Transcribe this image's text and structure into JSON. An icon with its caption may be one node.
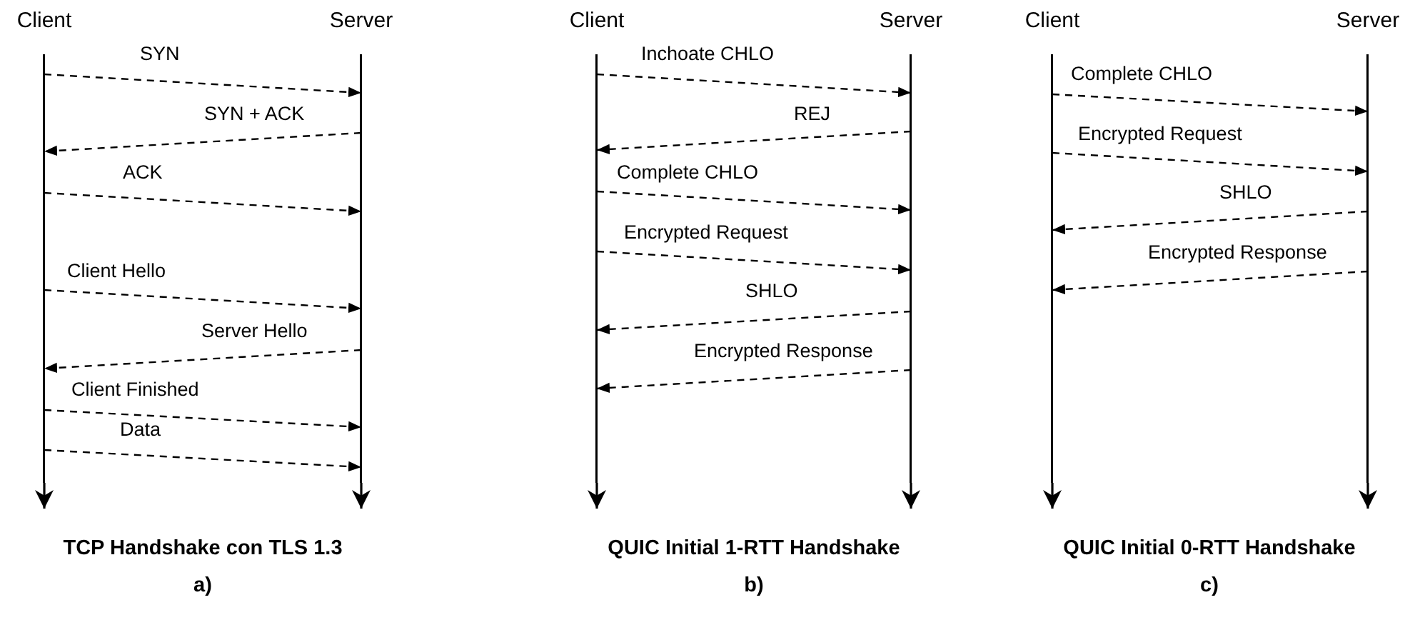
{
  "diagram": {
    "nodes": [
      {
        "text": [
          "Client"
        ]
      },
      {
        "text": [
          "Server"
        ]
      },
      {
        "text": [
          "Client"
        ]
      },
      {
        "text": [
          "Server"
        ]
      },
      {
        "text": [
          "Client"
        ]
      },
      {
        "text": [
          "Server"
        ]
      }
    ],
    "edges": [
      {
        "from": 0,
        "to": null,
        "arrow": "to"
      },
      {
        "from": 1,
        "to": null,
        "arrow": "to"
      },
      {
        "from": 2,
        "to": null,
        "arrow": "to"
      },
      {
        "from": 3,
        "to": null,
        "arrow": "to"
      },
      {
        "from": 4,
        "to": null,
        "arrow": "to"
      },
      {
        "from": 5,
        "to": null,
        "arrow": "to"
      },
      {
        "from": 0,
        "to": 1,
        "arrow": "to",
        "style": "dashed",
        "label": "SYN"
      },
      {
        "from": 1,
        "to": 0,
        "arrow": "to",
        "style": "dashed",
        "label": "SYN + ACK"
      },
      {
        "from": 0,
        "to": 1,
        "arrow": "to",
        "style": "dashed",
        "label": "ACK"
      },
      {
        "from": 0,
        "to": 1,
        "arrow": "to",
        "style": "dashed",
        "label": "Client Hello"
      },
      {
        "from": 1,
        "to": 0,
        "arrow": "to",
        "style": "dashed",
        "label": "Server Hello"
      },
      {
        "from": 0,
        "to": 1,
        "arrow": "to",
        "style": "dashed",
        "label": "Client Finished"
      },
      {
        "from": 0,
        "to": 1,
        "arrow": "to",
        "style": "dashed",
        "label": "Data"
      },
      {
        "from": 2,
        "to": 3,
        "arrow": "to",
        "style": "dashed",
        "label": "Inchoate CHLO"
      },
      {
        "from": 3,
        "to": 2,
        "arrow": "to",
        "style": "dashed",
        "label": "REJ"
      },
      {
        "from": 2,
        "to": 3,
        "arrow": "to",
        "style": "dashed",
        "label": "Complete CHLO"
      },
      {
        "from": 2,
        "to": 3,
        "arrow": "to",
        "style": "dashed",
        "label": "Encrypted Request"
      },
      {
        "from": 3,
        "to": 2,
        "arrow": "to",
        "style": "dashed",
        "label": "SHLO"
      },
      {
        "from": 3,
        "to": 2,
        "arrow": "to",
        "style": "dashed",
        "label": "Encrypted Response"
      },
      {
        "from": 4,
        "to": 5,
        "arrow": "to",
        "style": "dashed",
        "label": "Complete CHLO"
      },
      {
        "from": 4,
        "to": 5,
        "arrow": "to",
        "style": "dashed",
        "label": "Encrypted Request"
      },
      {
        "from": 5,
        "to": 4,
        "arrow": "to",
        "style": "dashed",
        "label": "SHLO"
      },
      {
        "from": 5,
        "to": 4,
        "arrow": "to",
        "style": "dashed",
        "label": "Encrypted Response"
      }
    ],
    "labels": [
      "TCP Handshake con TLS 1.3",
      "QUIC Initial 1-RTT Handshake",
      "QUIC Initial 0-RTT Handshake",
      "a)",
      "b)",
      "c)"
    ]
  }
}
